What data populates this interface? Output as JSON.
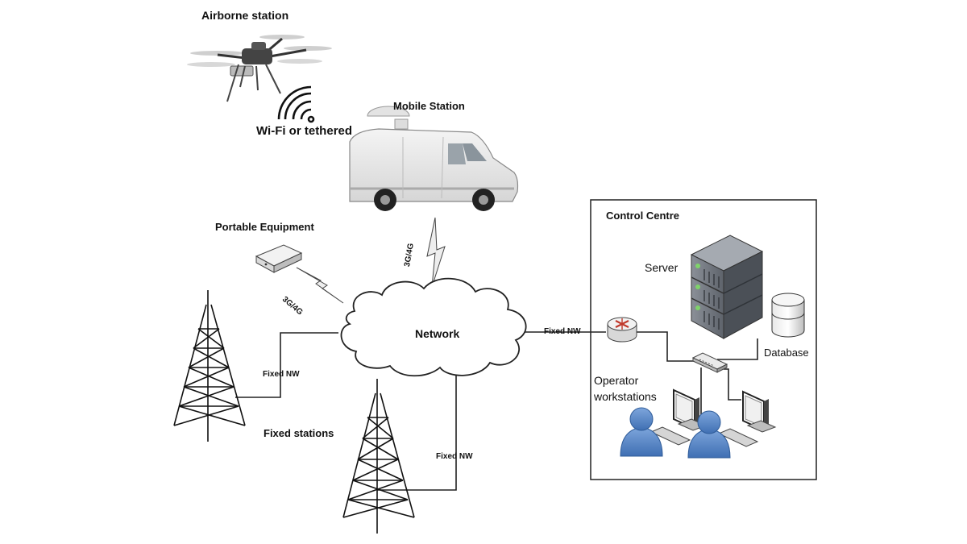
{
  "labels": {
    "airborne_station": "Airborne station",
    "wifi_or_tethered": "Wi-Fi or tethered",
    "mobile_station": "Mobile Station",
    "portable_equipment": "Portable Equipment",
    "control_centre": "Control  Centre",
    "server": "Server",
    "database": "Database",
    "operator_workstations_line1": "Operator",
    "operator_workstations_line2": "workstations",
    "network": "Network",
    "fixed_stations": "Fixed stations",
    "fixed_nw_left": "Fixed NW",
    "fixed_nw_right": "Fixed NW",
    "fixed_nw_bottom": "Fixed NW",
    "link_3g4g_portable": "3G/4G",
    "link_3g4g_mobile": "3G/4G"
  },
  "colors": {
    "line": "#222222",
    "cloud_stroke": "#222222",
    "server_gray": "#7a8088",
    "server_dark": "#4b5057",
    "led_green": "#7fd36a",
    "person_blue": "#4f7fc0",
    "router_red": "#c0392b"
  },
  "icons": [
    "drone-icon",
    "wifi-signal-icon",
    "van-icon",
    "portable-device-icon",
    "lightning-link-icon",
    "cloud-icon",
    "tower-icon",
    "router-icon",
    "switch-icon",
    "server-rack-icon",
    "database-icon",
    "monitor-icon",
    "keyboard-icon",
    "person-icon"
  ]
}
